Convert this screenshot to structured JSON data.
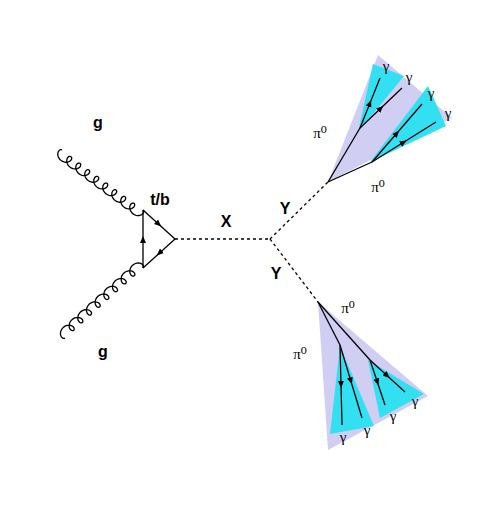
{
  "diagram": {
    "labels": [
      "g",
      "t/b",
      "X",
      "Y",
      "Y",
      "g",
      "π⁰",
      "π⁰",
      "γ",
      "γ",
      "γ",
      "γ",
      "π⁰",
      "π⁰",
      "γ",
      "γ",
      "γ",
      "γ"
    ]
  }
}
